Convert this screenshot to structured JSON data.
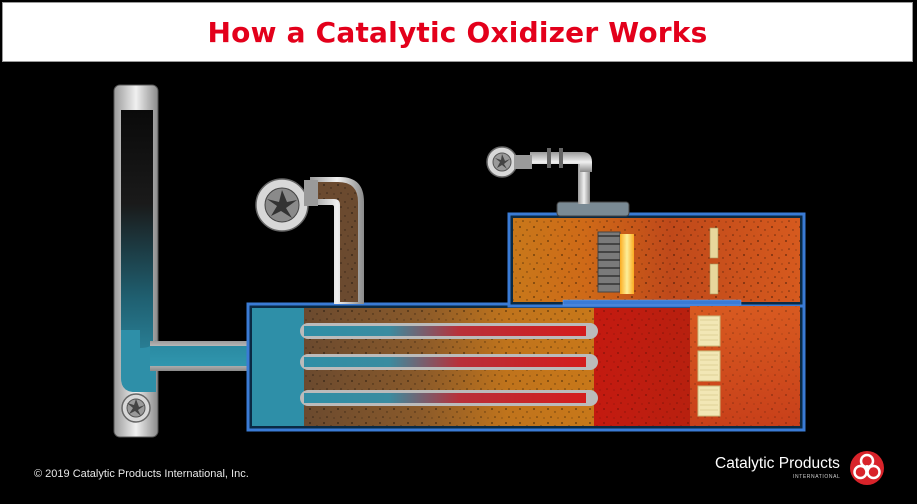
{
  "title": "How a Catalytic Oxidizer Works",
  "copyright": "© 2019 Catalytic Products International, Inc.",
  "brand": {
    "name": "Catalytic Products",
    "sub": "INTERNATIONAL",
    "logo_icon": "trefoil-logo-icon"
  },
  "colors": {
    "title": "#e3001b",
    "background": "#000000",
    "clean_air": "#2e8fa8",
    "contaminated_air": "#6b4a2f",
    "preheated_air": "#c66a1a",
    "hot_air": "#c41a10",
    "housing_frame": "#3a7bd5",
    "catalyst": "#f2e7b5",
    "burner_flame": "#ffd84a"
  },
  "icons": [
    "exhaust-fan-icon",
    "process-fan-icon",
    "combustion-blower-icon",
    "burner-icon",
    "trefoil-logo-icon"
  ]
}
